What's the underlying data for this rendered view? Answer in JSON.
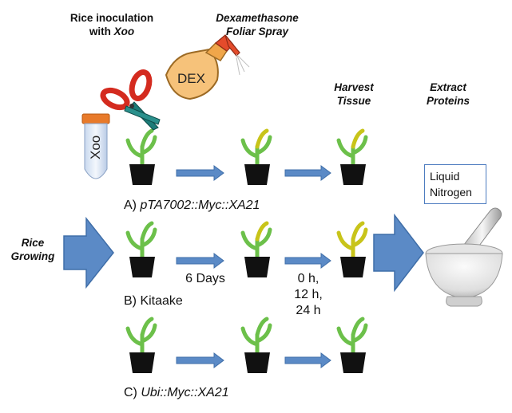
{
  "headers": {
    "inoculation_line1": "Rice inoculation",
    "inoculation_with": "with ",
    "inoculation_xoo": "Xoo",
    "dex_line1": "Dexamethasone",
    "dex_line2": "Foliar Spray",
    "harvest_line1": "Harvest",
    "harvest_line2": "Tissue",
    "extract_line1": "Extract",
    "extract_line2": "Proteins"
  },
  "left_label": {
    "line1": "Rice",
    "line2": "Growing"
  },
  "rows": [
    {
      "prefix": "A) ",
      "name": "pTA7002::Myc::XA21",
      "italic": true
    },
    {
      "prefix": "B) ",
      "name": "Kitaake",
      "italic": false
    },
    {
      "prefix": "C) ",
      "name": "Ubi::Myc::XA21",
      "italic": true
    }
  ],
  "timing": {
    "days": "6 Days",
    "t1": "0 h,",
    "t2": "12 h,",
    "t3": "24 h"
  },
  "liquid_nitrogen": {
    "line1": "Liquid",
    "line2": "Nitrogen"
  },
  "tube_label": "Xoo",
  "dex_label": "DEX",
  "colors": {
    "arrow_fill": "#5b8ac6",
    "arrow_stroke": "#3f6ea8",
    "leaf_green": "#6cc04a",
    "leaf_yellow": "#c8c41a",
    "pot": "#111111",
    "scissor_red": "#d42b1f",
    "bottle": "#f6c27a"
  }
}
